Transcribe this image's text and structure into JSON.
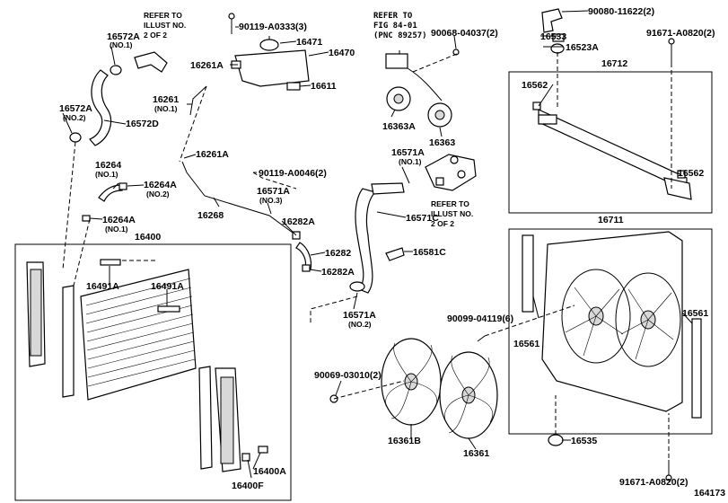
{
  "illustration_id": "164173",
  "notes": {
    "refer_top": [
      "REFER TO",
      "ILLUST NO.",
      "2 OF 2"
    ],
    "refer_fig": [
      "REFER TO",
      "FIG 84-01",
      "(PNC 89257)"
    ],
    "refer_mid": [
      "REFER TO",
      "ILLUST NO.",
      "2 OF 2"
    ]
  },
  "labels": [
    {
      "id": "16572A_1",
      "text": "16572A",
      "sub": "(NO.1)"
    },
    {
      "id": "16572A_2",
      "text": "16572A",
      "sub": "(NO.2)"
    },
    {
      "id": "16572D",
      "text": "16572D",
      "sub": ""
    },
    {
      "id": "90119-A0333",
      "text": "90119-A0333(3)",
      "sub": ""
    },
    {
      "id": "16471",
      "text": "16471",
      "sub": ""
    },
    {
      "id": "16470",
      "text": "16470",
      "sub": ""
    },
    {
      "id": "16261A_1",
      "text": "16261A",
      "sub": ""
    },
    {
      "id": "16261",
      "text": "16261",
      "sub": "(NO.1)"
    },
    {
      "id": "16611",
      "text": "16611",
      "sub": ""
    },
    {
      "id": "16261A_2",
      "text": "16261A",
      "sub": ""
    },
    {
      "id": "16264",
      "text": "16264",
      "sub": "(NO.1)"
    },
    {
      "id": "16264A_2",
      "text": "16264A",
      "sub": "(NO.2)"
    },
    {
      "id": "16264A_1",
      "text": "16264A",
      "sub": "(NO.1)"
    },
    {
      "id": "90119-A0046",
      "text": "90119-A0046(2)",
      "sub": ""
    },
    {
      "id": "16571A_3",
      "text": "16571A",
      "sub": "(NO.3)"
    },
    {
      "id": "16268",
      "text": "16268",
      "sub": ""
    },
    {
      "id": "16282A_1",
      "text": "16282A",
      "sub": ""
    },
    {
      "id": "16282",
      "text": "16282",
      "sub": ""
    },
    {
      "id": "16282A_2",
      "text": "16282A",
      "sub": ""
    },
    {
      "id": "90068-04037",
      "text": "90068-04037(2)",
      "sub": ""
    },
    {
      "id": "16363A",
      "text": "16363A",
      "sub": ""
    },
    {
      "id": "16363",
      "text": "16363",
      "sub": ""
    },
    {
      "id": "16571A_1",
      "text": "16571A",
      "sub": "(NO.1)"
    },
    {
      "id": "16571C",
      "text": "16571C",
      "sub": ""
    },
    {
      "id": "16581C",
      "text": "16581C",
      "sub": ""
    },
    {
      "id": "16571A_2",
      "text": "16571A",
      "sub": "(NO.2)"
    },
    {
      "id": "90080-11622",
      "text": "90080-11622(2)",
      "sub": ""
    },
    {
      "id": "16533",
      "text": "16533",
      "sub": ""
    },
    {
      "id": "16523A",
      "text": "16523A",
      "sub": ""
    },
    {
      "id": "91671-A0820_top",
      "text": "91671-A0820(2)",
      "sub": ""
    },
    {
      "id": "16712",
      "text": "16712",
      "sub": ""
    },
    {
      "id": "16562_1",
      "text": "16562",
      "sub": ""
    },
    {
      "id": "16562_2",
      "text": "16562",
      "sub": ""
    },
    {
      "id": "16711",
      "text": "16711",
      "sub": ""
    },
    {
      "id": "16561_1",
      "text": "16561",
      "sub": ""
    },
    {
      "id": "16561_2",
      "text": "16561",
      "sub": ""
    },
    {
      "id": "16535",
      "text": "16535",
      "sub": ""
    },
    {
      "id": "91671-A0820_bot",
      "text": "91671-A0820(2)",
      "sub": ""
    },
    {
      "id": "16400",
      "text": "16400",
      "sub": ""
    },
    {
      "id": "16491A_1",
      "text": "16491A",
      "sub": ""
    },
    {
      "id": "16491A_2",
      "text": "16491A",
      "sub": ""
    },
    {
      "id": "90099-04119",
      "text": "90099-04119(6)",
      "sub": ""
    },
    {
      "id": "90069-03010",
      "text": "90069-03010(2)",
      "sub": ""
    },
    {
      "id": "16361B",
      "text": "16361B",
      "sub": ""
    },
    {
      "id": "16361",
      "text": "16361",
      "sub": ""
    },
    {
      "id": "16400A",
      "text": "16400A",
      "sub": ""
    },
    {
      "id": "16400F",
      "text": "16400F",
      "sub": ""
    }
  ]
}
